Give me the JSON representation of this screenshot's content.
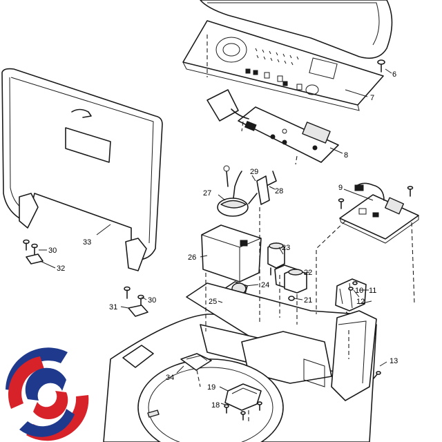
{
  "labels": {
    "l6": "6",
    "l7": "7",
    "l8": "8",
    "l9": "9",
    "l11": "11",
    "l10": "10",
    "l12": "12",
    "l13": "13",
    "l18a": "18",
    "l19": "19",
    "l21": "21",
    "l22": "22",
    "l23": "23",
    "l24": "24",
    "l25": "25",
    "l26": "26",
    "l27": "27",
    "l28": "28",
    "l29": "29",
    "l30a": "30",
    "l30b": "30",
    "l31": "31",
    "l32": "32",
    "l33": "33",
    "l34": "34",
    "l18b": "18"
  },
  "colors": {
    "logo_blue": "#1f3a8c",
    "logo_red": "#d8222a"
  },
  "logo": {
    "icon": "circular-swirl-logo-icon"
  }
}
